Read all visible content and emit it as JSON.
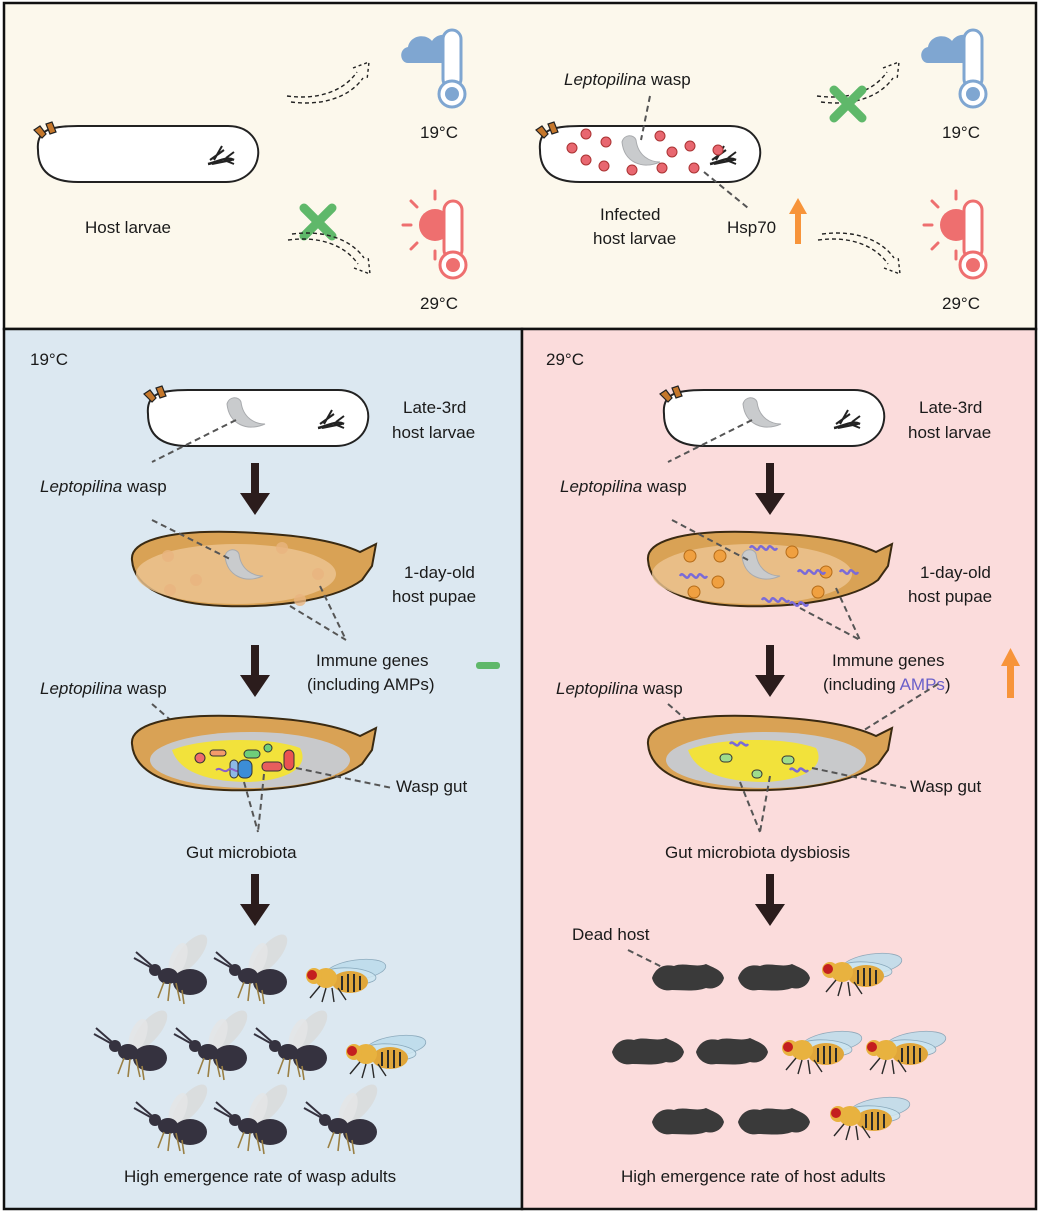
{
  "colors": {
    "top_bg": "#fcf8ec",
    "cool_bg": "#dce8f1",
    "warm_bg": "#fbdcdc",
    "cold_icon": "#7fa6d1",
    "hot_icon": "#ee6f6f",
    "cross": "#5fb86a",
    "up_arrow": "#f7943a",
    "minus": "#5fb86a",
    "amp_text": "#6a5fc9",
    "pupa_shell": "#d9a255",
    "gut_yellow": "#f2e23b",
    "wasp_larva": "#cfd1d3",
    "dead_host": "#3a3a3a"
  },
  "top": {
    "cold_temp": "19°C",
    "hot_temp_left": "29°C",
    "cold_temp_right": "19°C",
    "hot_temp_right": "29°C",
    "host_larvae": "Host larvae",
    "wasp_italic": "Leptopilina",
    "wasp_word": " wasp",
    "infected_line1": "Infected",
    "infected_line2": "host larvae",
    "hsp70": "Hsp70"
  },
  "left_panel": {
    "temp": "19°C",
    "larvae_line1": "Late-3rd",
    "larvae_line2": "host larvae",
    "wasp_italic": "Leptopilina",
    "wasp_word": " wasp",
    "pupae_line1": "1-day-old",
    "pupae_line2": "host pupae",
    "immune_line1": "Immune genes",
    "immune_line2": "(including AMPs)",
    "wasp2_italic": "Leptopilina",
    "wasp2_word": " wasp",
    "wasp_gut": "Wasp gut",
    "gut_microbiota": "Gut microbiota",
    "outcome": "High emergence rate of wasp adults"
  },
  "right_panel": {
    "temp": "29°C",
    "larvae_line1": "Late-3rd",
    "larvae_line2": "host larvae",
    "wasp_italic": "Leptopilina",
    "wasp_word": " wasp",
    "pupae_line1": "1-day-old",
    "pupae_line2": "host pupae",
    "immune_line1": "Immune genes",
    "immune_line2_pre": "(including ",
    "immune_line2_amps": "AMPs",
    "immune_line2_post": ")",
    "wasp2_italic": "Leptopilina",
    "wasp2_word": " wasp",
    "wasp_gut": "Wasp gut",
    "gut_dysbiosis": "Gut microbiota dysbiosis",
    "dead_host": "Dead host",
    "outcome": "High emergence rate of host adults"
  }
}
